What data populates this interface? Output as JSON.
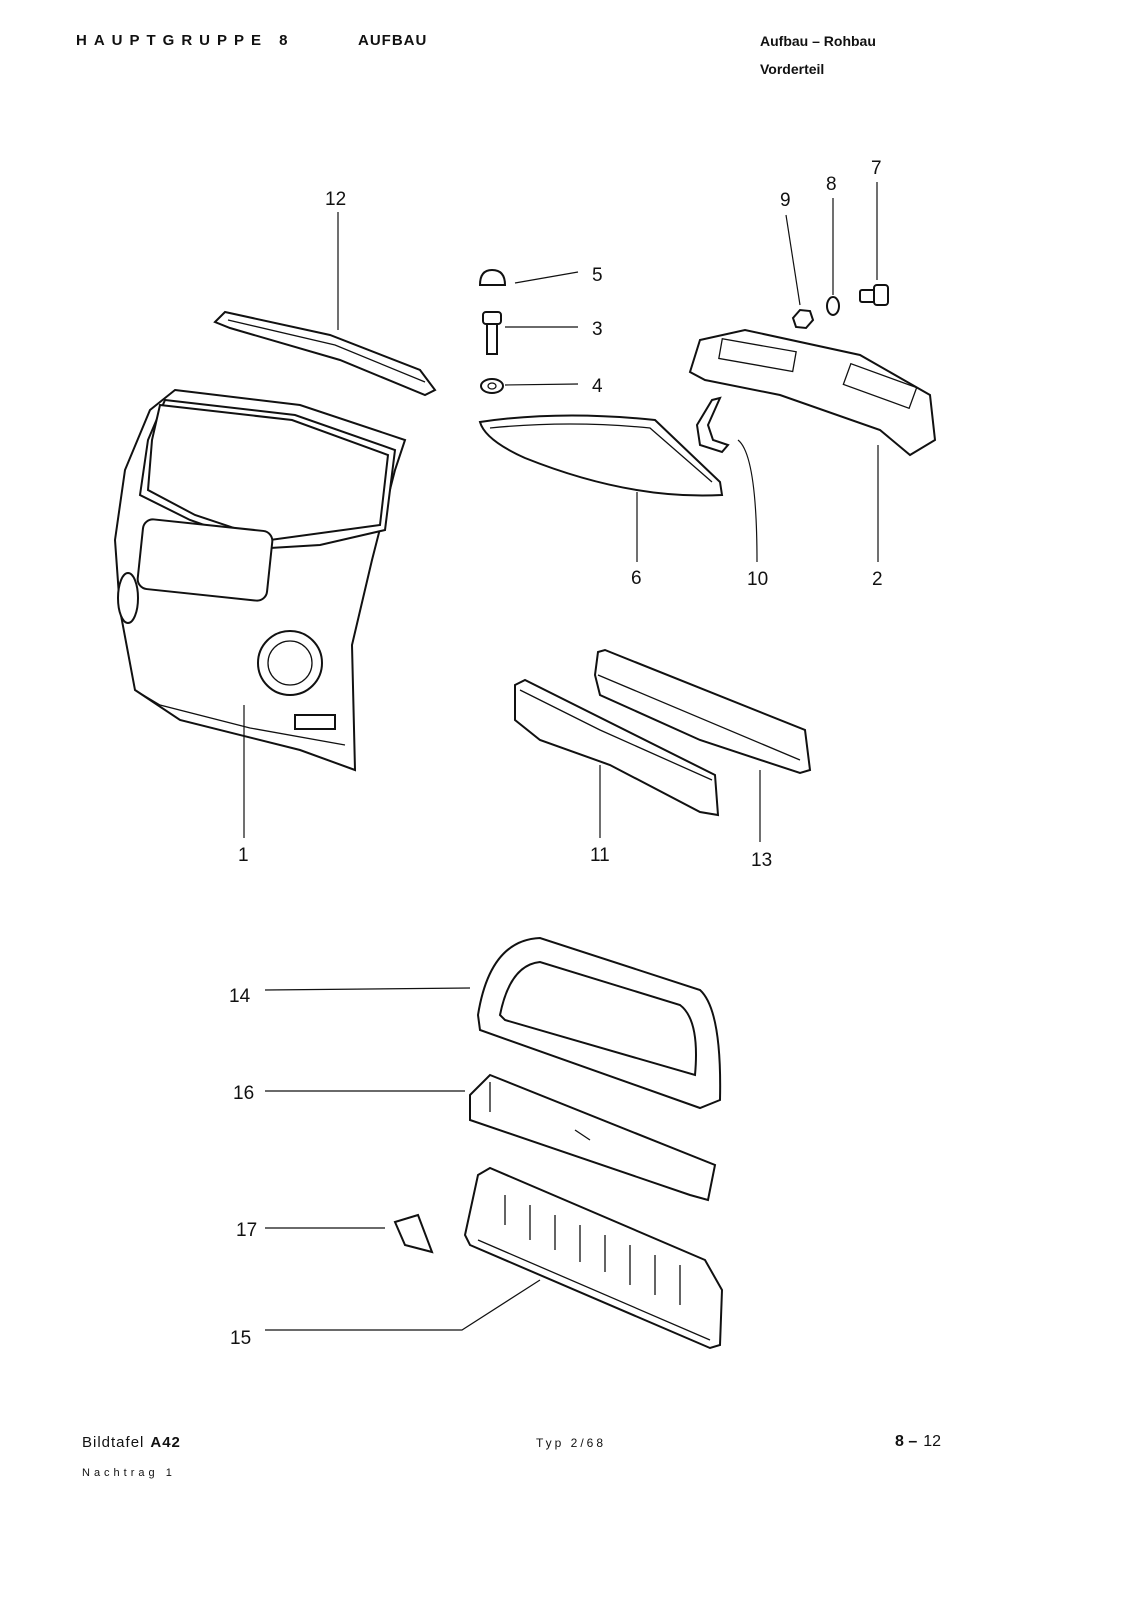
{
  "header": {
    "group": "HAUPTGRUPPE 8",
    "group_name": "AUFBAU",
    "subtitle_1": "Aufbau – Rohbau",
    "subtitle_2": "Vorderteil"
  },
  "footer": {
    "plate_label": "Bildtafel",
    "plate_id": "A42",
    "type": "Typ 2/68",
    "page_group": "8 –",
    "page_number": "12",
    "supplement": "Nachtrag 1"
  },
  "callouts": {
    "c1": "1",
    "c2": "2",
    "c3": "3",
    "c4": "4",
    "c5": "5",
    "c6": "6",
    "c7": "7",
    "c8": "8",
    "c9": "9",
    "c10": "10",
    "c11": "11",
    "c12": "12",
    "c13": "13",
    "c14": "14",
    "c15": "15",
    "c16": "16",
    "c17": "17"
  }
}
